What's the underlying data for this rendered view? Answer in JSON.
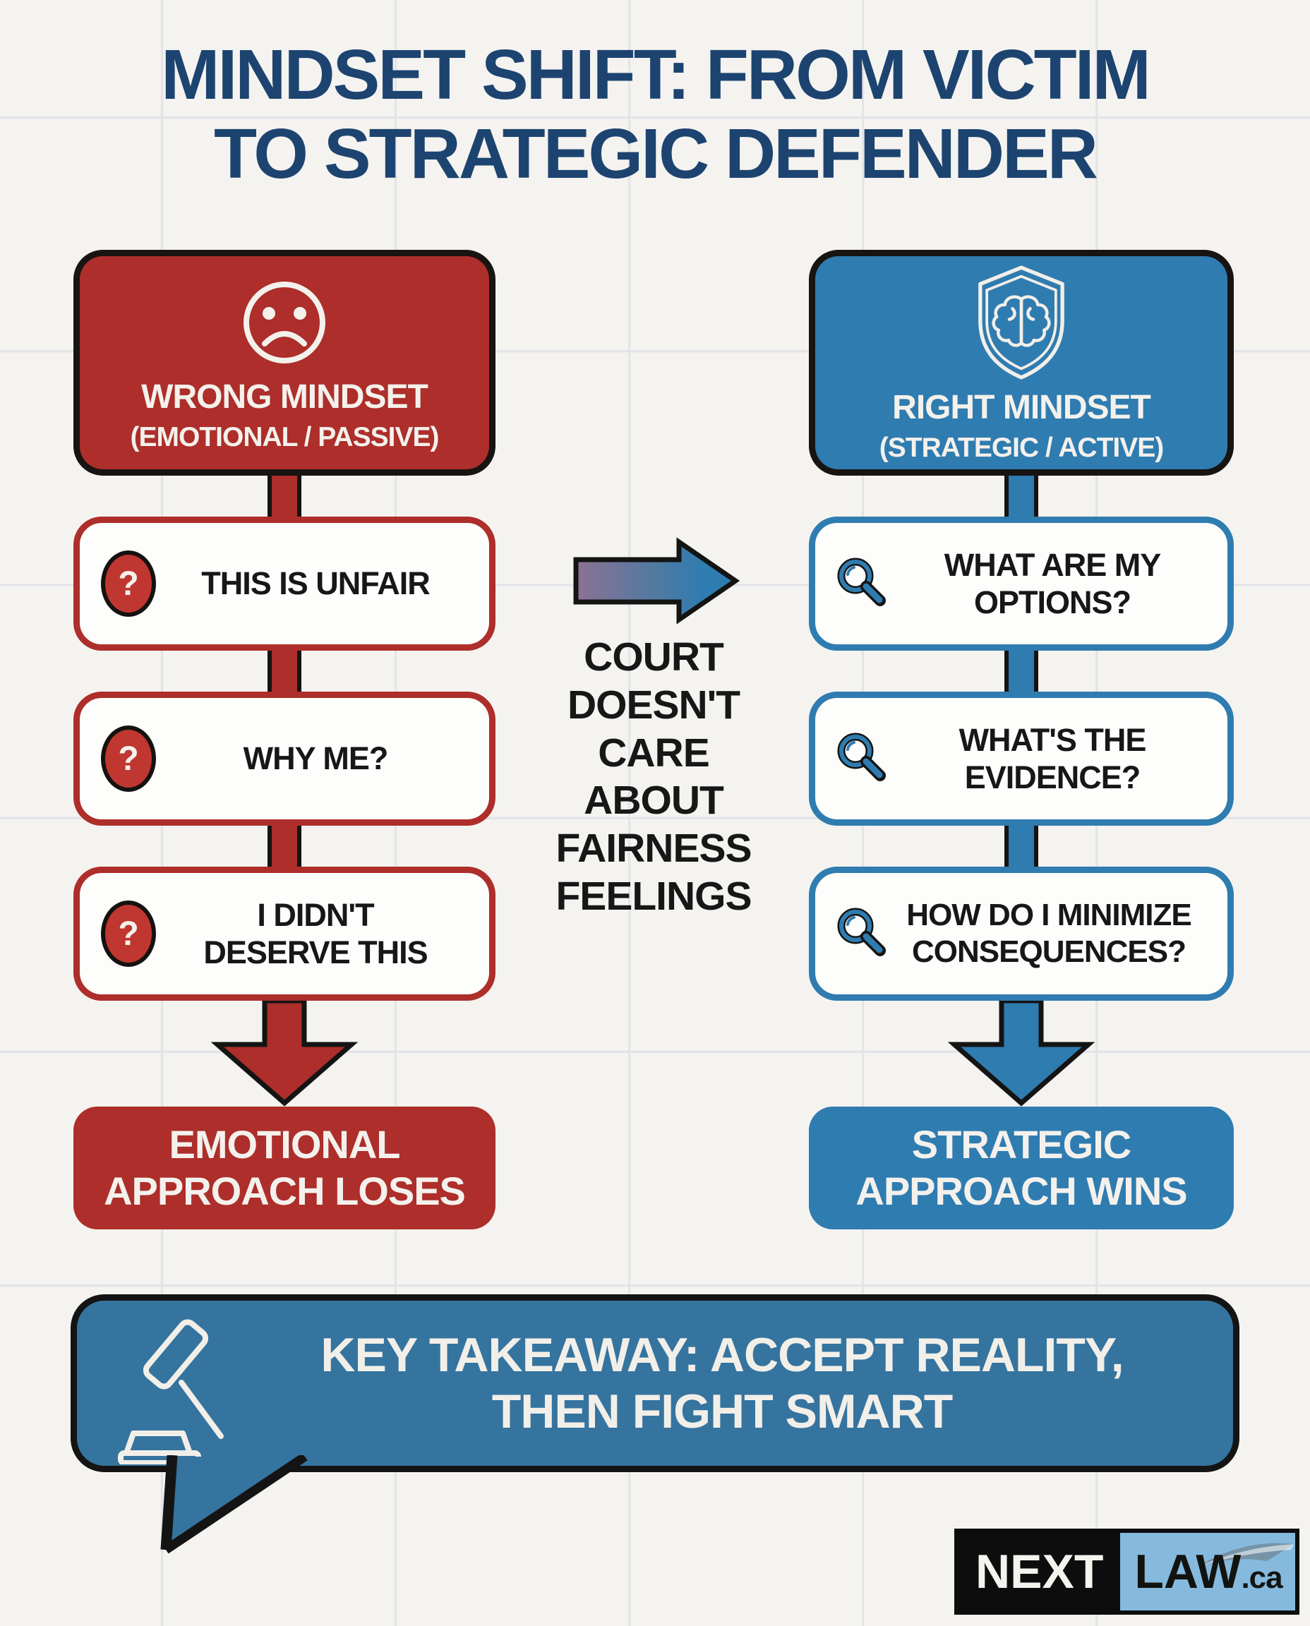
{
  "title": {
    "line1": "MINDSET SHIFT: FROM VICTIM",
    "line2": "TO STRATEGIC DEFENDER"
  },
  "left_column": {
    "header": {
      "icon": "sad-face-icon",
      "title": "WRONG MINDSET",
      "subtitle": "(EMOTIONAL / PASSIVE)"
    },
    "items": [
      {
        "icon": "question-mark-icon",
        "lines": [
          "THIS IS UNFAIR"
        ]
      },
      {
        "icon": "question-mark-icon",
        "lines": [
          "WHY ME?"
        ]
      },
      {
        "icon": "question-mark-icon",
        "lines": [
          "I DIDN'T",
          "DESERVE THIS"
        ]
      }
    ],
    "result": {
      "lines": [
        "EMOTIONAL",
        "APPROACH LOSES"
      ]
    }
  },
  "right_column": {
    "header": {
      "icon": "shield-brain-icon",
      "title": "RIGHT MINDSET",
      "subtitle": "(STRATEGIC / ACTIVE)"
    },
    "items": [
      {
        "icon": "magnifier-icon",
        "lines": [
          "WHAT ARE MY",
          "OPTIONS?"
        ]
      },
      {
        "icon": "magnifier-icon",
        "lines": [
          "WHAT'S THE",
          "EVIDENCE?"
        ]
      },
      {
        "icon": "magnifier-icon",
        "lines": [
          "HOW DO I MINIMIZE",
          "CONSEQUENCES?"
        ]
      }
    ],
    "result": {
      "lines": [
        "STRATEGIC",
        "APPROACH WINS"
      ]
    }
  },
  "middle": {
    "arrow_icon": "right-arrow-icon",
    "note_lines": [
      "COURT",
      "DOESN'T",
      "CARE",
      "ABOUT",
      "FAIRNESS",
      "FEELINGS"
    ]
  },
  "takeaway": {
    "icon": "gavel-icon",
    "lines": [
      "KEY TAKEAWAY: ACCEPT REALITY,",
      "THEN FIGHT SMART"
    ]
  },
  "logo": {
    "part1": "NEXT",
    "part2": "LAW",
    "part3": ".ca"
  },
  "icons": {
    "question_glyph": "?"
  },
  "colors": {
    "paper": "#f5f3f0",
    "grid": "#e2e3e7",
    "ink": "#161513",
    "navy": "#1d4470",
    "red": "#ad2e2a",
    "blue": "#2f7cb0",
    "bubble_blue": "#35749f",
    "logo_blue": "#85bade",
    "box_white": "#fdfdfb",
    "arrow_gradient_start": "#8d7193",
    "arrow_gradient_end": "#2f7cb0"
  }
}
